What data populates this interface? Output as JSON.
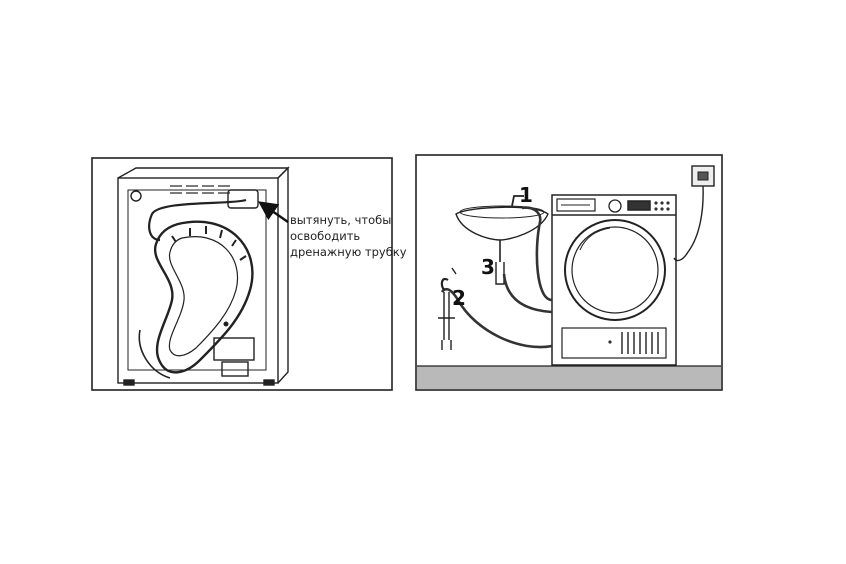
{
  "left_panel": {
    "caption_lines": [
      "вытянуть, чтобы",
      "освободить",
      "дренажную трубку"
    ]
  },
  "right_panel": {
    "labels": {
      "one": "1",
      "two": "2",
      "three": "3"
    }
  }
}
